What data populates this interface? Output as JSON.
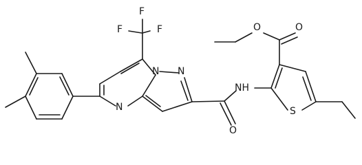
{
  "molecule": {
    "atoms": [
      {
        "id": "F1",
        "symbol": "F"
      },
      {
        "id": "F2",
        "symbol": "F"
      },
      {
        "id": "F3",
        "symbol": "F"
      },
      {
        "id": "N_pyr",
        "symbol": "N"
      },
      {
        "id": "N_pz1",
        "symbol": "N"
      },
      {
        "id": "N_pz2",
        "symbol": "N"
      },
      {
        "id": "O_amide",
        "symbol": "O"
      },
      {
        "id": "NH_amide",
        "symbol": "NH"
      },
      {
        "id": "O_ester_carbonyl",
        "symbol": "O"
      },
      {
        "id": "O_ester_ether",
        "symbol": "O"
      },
      {
        "id": "S_thiophene",
        "symbol": "S"
      }
    ]
  }
}
